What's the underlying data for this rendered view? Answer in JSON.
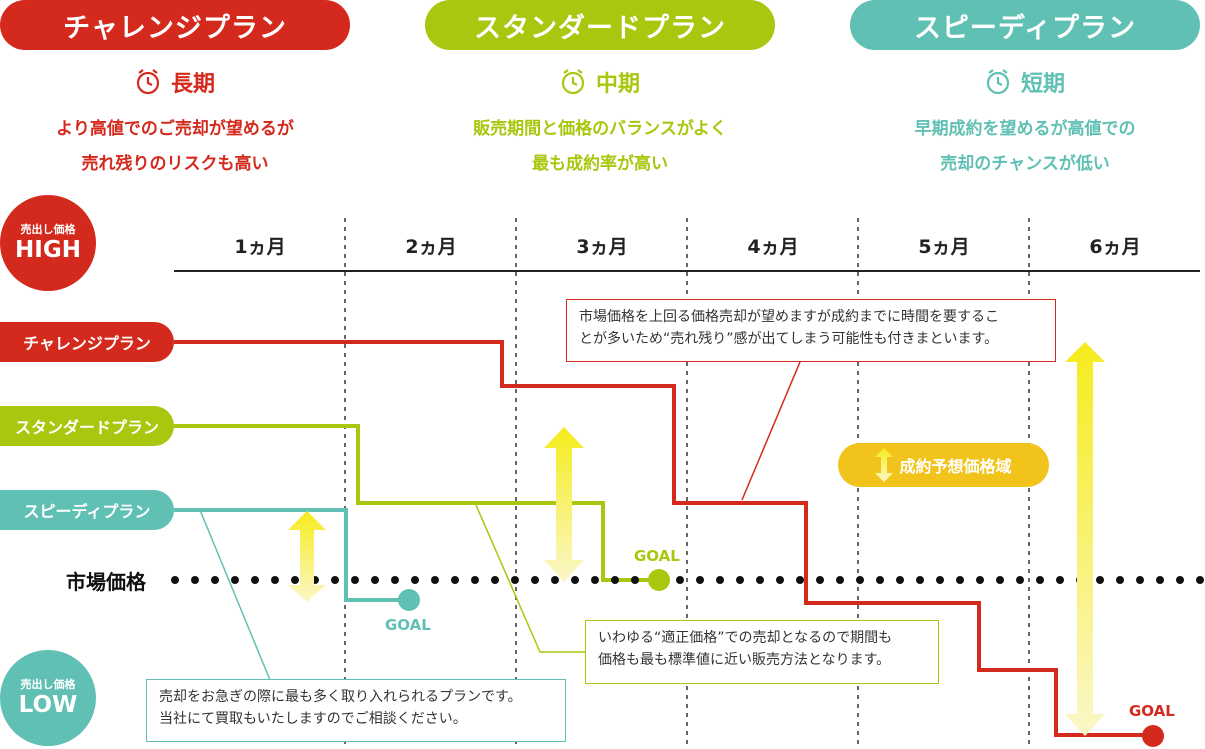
{
  "plans": [
    {
      "name": "チャレンジプラン",
      "term": "長期",
      "desc1": "より高値でのご売却が望めるが",
      "desc2": "売れ残りのリスクも高い",
      "color": "#d42a1d"
    },
    {
      "name": "スタンダードプラン",
      "term": "中期",
      "desc1": "販売期間と価格のバランスがよく",
      "desc2": "最も成約率が高い",
      "color": "#a8c70e"
    },
    {
      "name": "スピーディプラン",
      "term": "短期",
      "desc1": "早期成約を望めるが高値での",
      "desc2": "売却のチャンスが低い",
      "color": "#61c0b4"
    }
  ],
  "price_high": {
    "small": "売出し価格",
    "big": "HIGH"
  },
  "price_low": {
    "small": "売出し価格",
    "big": "LOW"
  },
  "months": [
    "1ヵ月",
    "2ヵ月",
    "3ヵ月",
    "4ヵ月",
    "5ヵ月",
    "6ヵ月"
  ],
  "row_labels": [
    "チャレンジプラン",
    "スタンダードプラン",
    "スピーディプラン"
  ],
  "market_label": "市場価格",
  "goal_label": "GOAL",
  "legend_label": "成約予想価格域",
  "notes": {
    "challenge": [
      "市場価格を上回る価格売却が望めますが成約までに時間を要するこ",
      "とが多いため“売れ残り”感が出てしまう可能性も付きまといます。"
    ],
    "standard": [
      "いわゆる“適正価格”での売却となるので期間も",
      "価格も最も標準値に近い販売方法となります。"
    ],
    "speedy": [
      "売却をお急ぎの際に最も多く取り入れられるプランです。",
      "当社にて買取もいたしますのでご相談ください。"
    ]
  },
  "colors": {
    "red": "#d42a1d",
    "green": "#a8c70e",
    "teal": "#61c0b4",
    "yellow": "#f5ec1c",
    "gold": "#f2c31a"
  }
}
